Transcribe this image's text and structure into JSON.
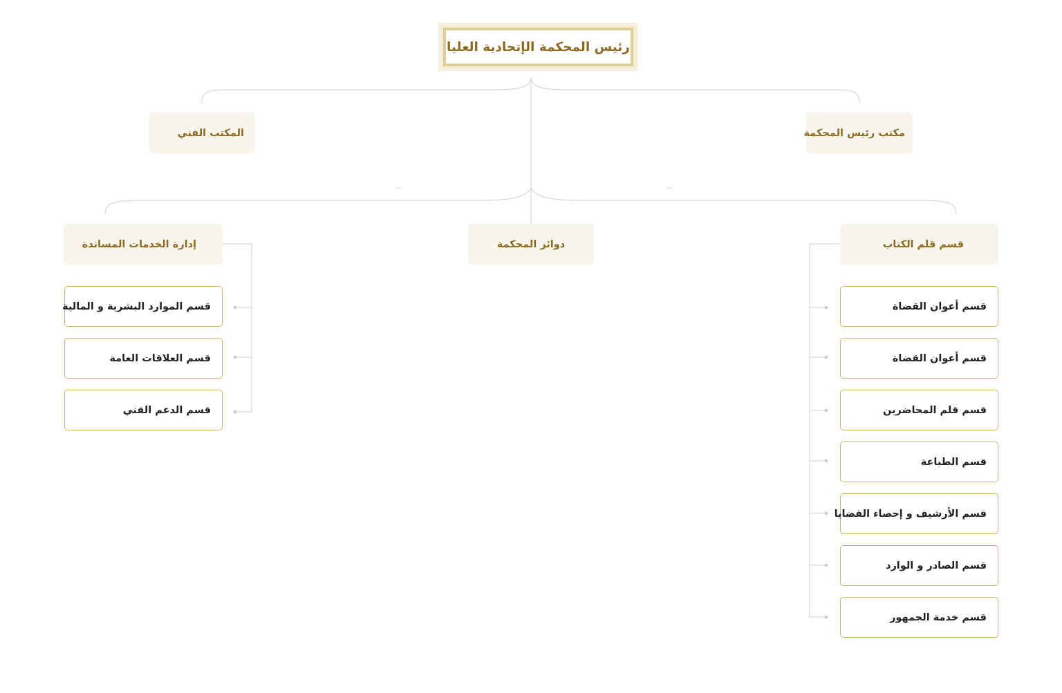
{
  "root": {
    "title": "رئيس المحكمة الإتحادية العليا"
  },
  "top_units": {
    "left": "المكتب الفني",
    "right": "مكتب رئيس المحكمة"
  },
  "divisions": {
    "left": {
      "title": "إدارة الخدمات المساندة",
      "sections": [
        "قسم الموارد البشرية و المالية",
        "قسم العلاقات العامة",
        "قسم الدعم الفني"
      ]
    },
    "center": {
      "title": "دوائر المحكمة"
    },
    "right": {
      "title": "قسم قلم الكتاب",
      "sections": [
        "قسم أعوان القضاة",
        "قسم أعوان القضاة",
        "قسم قلم المحاضرين",
        "قسم الطباعة",
        "قسم الأرشيف و إحصاء القضايا",
        "قسم الصادر و الوارد",
        "قسم خدمة الجمهور"
      ]
    }
  },
  "colors": {
    "title_gold": "#8a6a24",
    "box_border_gold": "#d4b564",
    "unit_fill": "#f8f5ec",
    "connector_gray": "#cfcfcf"
  }
}
